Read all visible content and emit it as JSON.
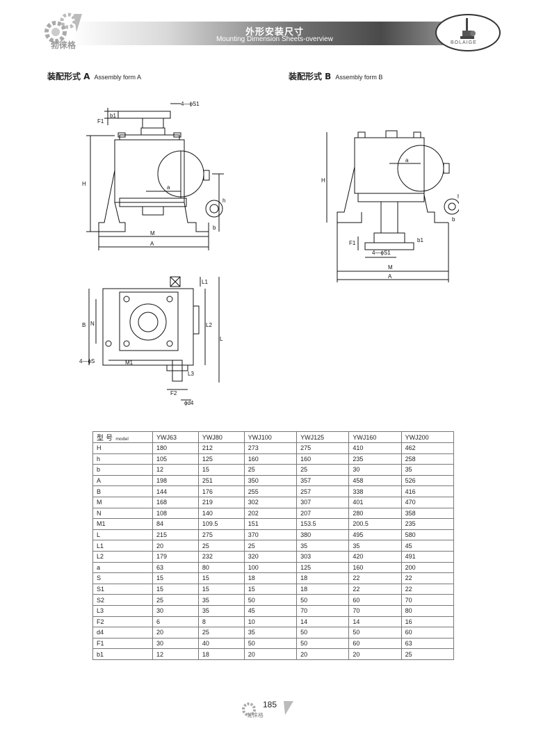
{
  "header": {
    "title_cn": "外形安装尺寸",
    "title_en": "Mounting Dimension Sheets-overview",
    "brand_cn": "勃徕格",
    "brand_en": "BOLAIGE"
  },
  "sections": {
    "form_a": {
      "label_cn": "装配形式 A",
      "label_en": "Assembly form A"
    },
    "form_b": {
      "label_cn": "装配形式 B",
      "label_en": "Assembly form B"
    }
  },
  "drawing_labels": {
    "s1": "4—ϕS1",
    "b1": "b1",
    "f1": "F1",
    "h_big": "H",
    "h_small": "h",
    "a": "a",
    "b": "b",
    "m": "M",
    "a_big": "A",
    "l1": "L1",
    "l2": "L2",
    "l": "L",
    "b_big": "B",
    "n": "N",
    "s": "4—ϕS",
    "m1": "M1",
    "l3": "L3",
    "f2": "F2",
    "d4": "ϕd4"
  },
  "table": {
    "model_label": "型 号",
    "model_label_en": "model",
    "columns": [
      "YWJ63",
      "YWJ80",
      "YWJ100",
      "YWJ125",
      "YWJ160",
      "YWJ200"
    ],
    "rows": [
      {
        "name": "H",
        "values": [
          "180",
          "212",
          "273",
          "275",
          "410",
          "462"
        ]
      },
      {
        "name": "h",
        "values": [
          "105",
          "125",
          "160",
          "160",
          "235",
          "258"
        ]
      },
      {
        "name": "b",
        "values": [
          "12",
          "15",
          "25",
          "25",
          "30",
          "35"
        ]
      },
      {
        "name": "A",
        "values": [
          "198",
          "251",
          "350",
          "357",
          "458",
          "526"
        ]
      },
      {
        "name": "B",
        "values": [
          "144",
          "176",
          "255",
          "257",
          "338",
          "416"
        ]
      },
      {
        "name": "M",
        "values": [
          "168",
          "219",
          "302",
          "307",
          "401",
          "470"
        ]
      },
      {
        "name": "N",
        "values": [
          "108",
          "140",
          "202",
          "207",
          "280",
          "358"
        ]
      },
      {
        "name": "M1",
        "values": [
          "84",
          "109.5",
          "151",
          "153.5",
          "200.5",
          "235"
        ]
      },
      {
        "name": "L",
        "values": [
          "215",
          "275",
          "370",
          "380",
          "495",
          "580"
        ]
      },
      {
        "name": "L1",
        "values": [
          "20",
          "25",
          "25",
          "35",
          "35",
          "45"
        ]
      },
      {
        "name": "L2",
        "values": [
          "179",
          "232",
          "320",
          "303",
          "420",
          "491"
        ]
      },
      {
        "name": "a",
        "values": [
          "63",
          "80",
          "100",
          "125",
          "160",
          "200"
        ]
      },
      {
        "name": "S",
        "values": [
          "15",
          "15",
          "18",
          "18",
          "22",
          "22"
        ]
      },
      {
        "name": "S1",
        "values": [
          "15",
          "15",
          "15",
          "18",
          "22",
          "22"
        ]
      },
      {
        "name": "S2",
        "values": [
          "25",
          "35",
          "50",
          "50",
          "60",
          "70"
        ]
      },
      {
        "name": "L3",
        "values": [
          "30",
          "35",
          "45",
          "70",
          "70",
          "80"
        ]
      },
      {
        "name": "F2",
        "values": [
          "6",
          "8",
          "10",
          "14",
          "14",
          "16"
        ]
      },
      {
        "name": "d4",
        "values": [
          "20",
          "25",
          "35",
          "50",
          "50",
          "60"
        ]
      },
      {
        "name": "F1",
        "values": [
          "30",
          "40",
          "50",
          "50",
          "60",
          "63"
        ]
      },
      {
        "name": "b1",
        "values": [
          "12",
          "18",
          "20",
          "20",
          "20",
          "25"
        ]
      }
    ]
  },
  "footer": {
    "page_number": "185",
    "brand_cn": "勃徕格"
  }
}
